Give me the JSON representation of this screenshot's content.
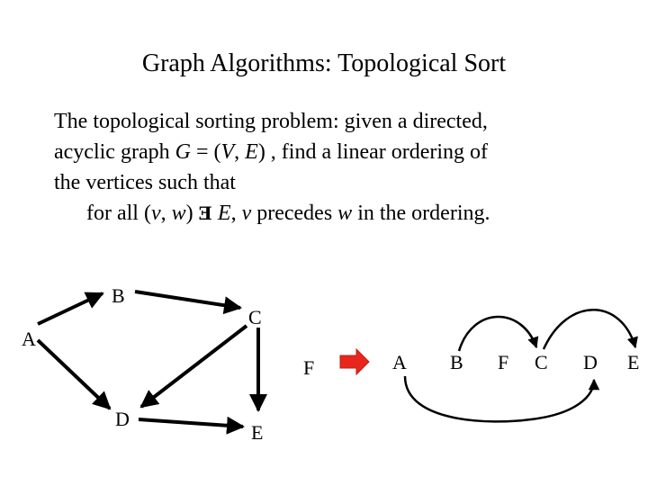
{
  "slide": {
    "title": "Graph Algorithms: Topological Sort",
    "text": {
      "line1": "The topological sorting problem: given a directed,",
      "line2_pre": "acyclic graph ",
      "line2_G": "G",
      "line2_eq": " = (",
      "line2_V": "V",
      "line2_comma": ", ",
      "line2_E": "E",
      "line2_post": ") , find a linear ordering of",
      "line3": "the vertices such that",
      "line4_pre": "for all (",
      "line4_v": "v",
      "line4_comma": ", ",
      "line4_w": "w",
      "line4_close": ") ",
      "line4_sym": "Ǝ",
      "line4_E": "E",
      "line4_mid_comma": ", ",
      "line4_v2": "v",
      "line4_precedes": " precedes ",
      "line4_w2": "w",
      "line4_post": " in the ordering."
    }
  },
  "graph": {
    "vertices": {
      "A": "A",
      "B": "B",
      "C": "C",
      "D": "D",
      "E": "E",
      "F": "F"
    }
  },
  "ordering": {
    "items": [
      "A",
      "B",
      "F",
      "C",
      "D",
      "E"
    ]
  },
  "colors": {
    "arrow_fill": "#e8261c",
    "arrow_stroke": "#c21d15",
    "edge": "#000000"
  }
}
